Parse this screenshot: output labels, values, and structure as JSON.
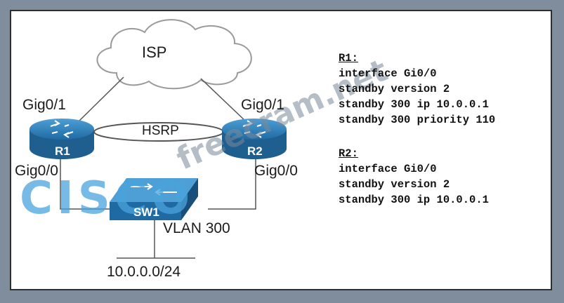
{
  "diagram": {
    "cloud_label": "ISP",
    "r1_name": "R1",
    "r2_name": "R2",
    "sw_name": "SW1",
    "hsrp_label": "HSRP",
    "r1_top_port": "Gig0/1",
    "r2_top_port": "Gig0/1",
    "r1_bottom_port": "Gig0/0",
    "r2_bottom_port": "Gig0/0",
    "vlan_label": "VLAN 300",
    "subnet_label": "10.0.0.0/24"
  },
  "config": {
    "r1": {
      "header": "R1:",
      "lines": [
        "interface Gi0/0",
        "standby version 2",
        "standby 300 ip 10.0.0.1",
        "standby 300 priority 110"
      ]
    },
    "r2": {
      "header": "R2:",
      "lines": [
        "interface Gi0/0",
        "standby version 2",
        "standby 300 ip 10.0.0.1"
      ]
    }
  },
  "watermark": {
    "brand": "CISCO",
    "site": "freecram.net"
  },
  "colors": {
    "device_blue": "#2f7fb8",
    "device_dark": "#1f5f8f",
    "watermark_blue": "#4aa3dd",
    "background": "#7f8d9c"
  }
}
